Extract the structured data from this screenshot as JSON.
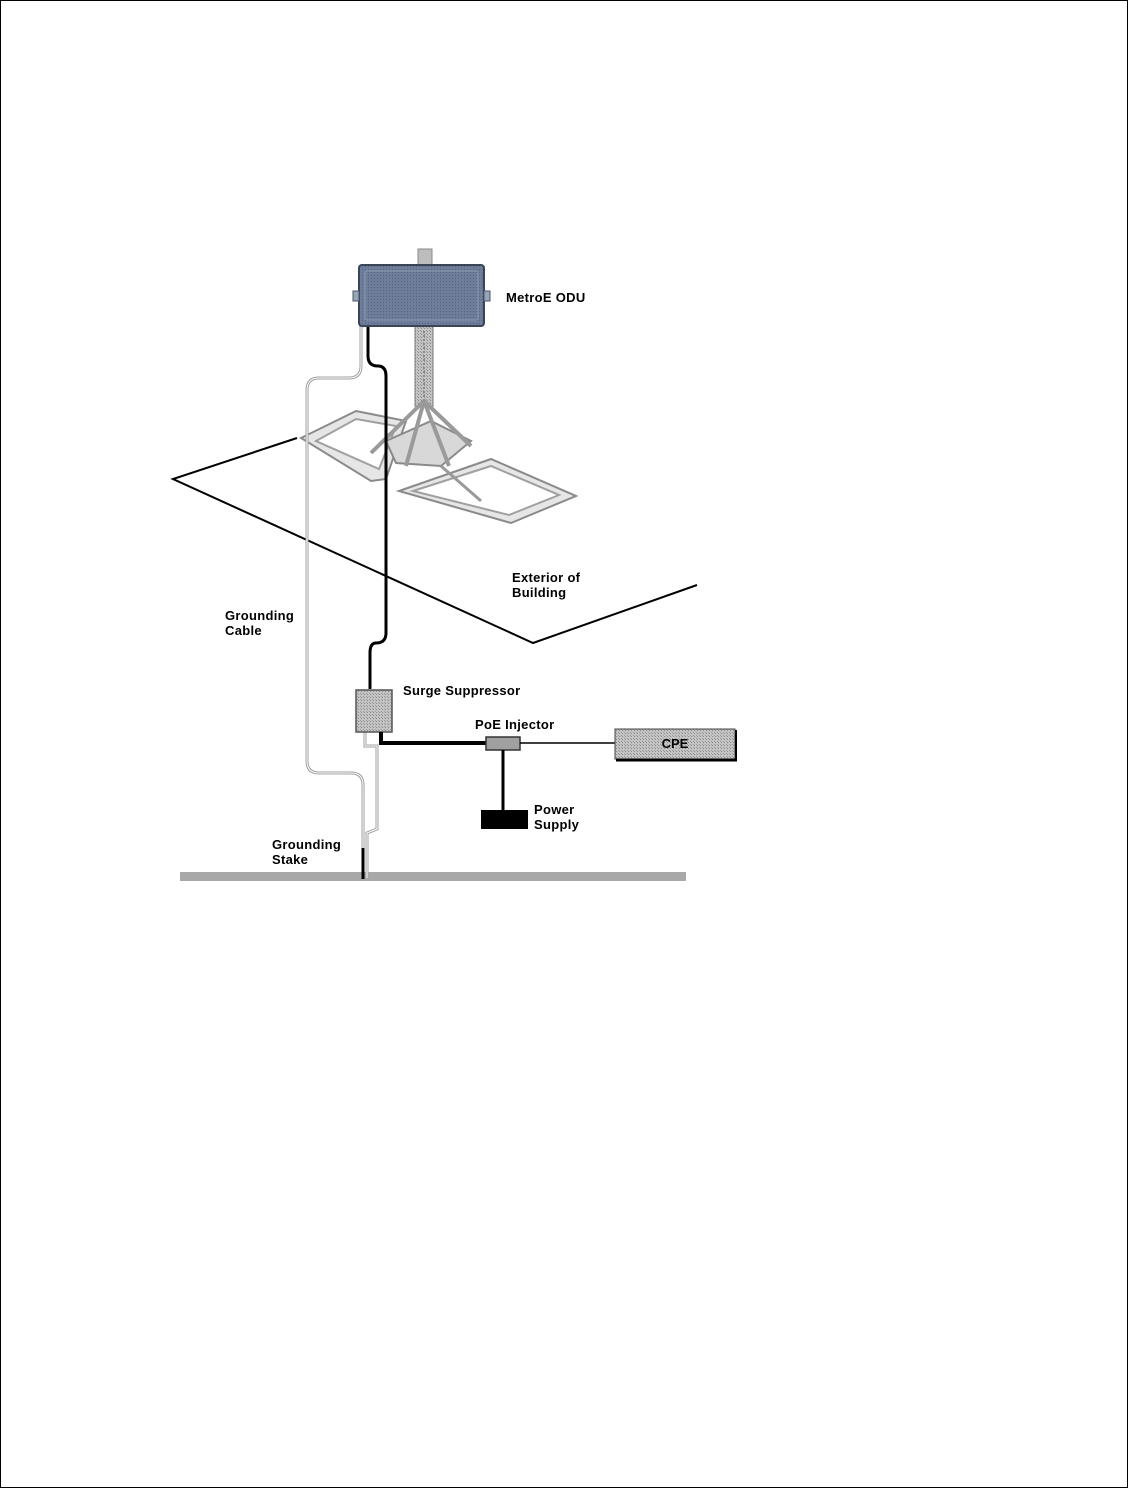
{
  "labels": {
    "odu": "MetroE ODU",
    "exterior_line1": "Exterior of",
    "exterior_line2": "Building",
    "grounding_cable_line1": "Grounding",
    "grounding_cable_line2": "Cable",
    "surge_suppressor": "Surge Suppressor",
    "poe_injector": "PoE Injector",
    "cpe": "CPE",
    "power_supply_line1": "Power",
    "power_supply_line2": "Supply",
    "grounding_stake_line1": "Grounding",
    "grounding_stake_line2": "Stake"
  },
  "colors": {
    "odu_fill": "#6a7a96",
    "ground_line": "#a8a8a8",
    "grounding_cable": "#9a9a9a",
    "cable": "#000000",
    "surge_fill": "#a0a0a0",
    "cpe_fill": "#c0c0c0",
    "power_supply_fill": "#000000",
    "mount_frame": "#b8b8b8"
  }
}
